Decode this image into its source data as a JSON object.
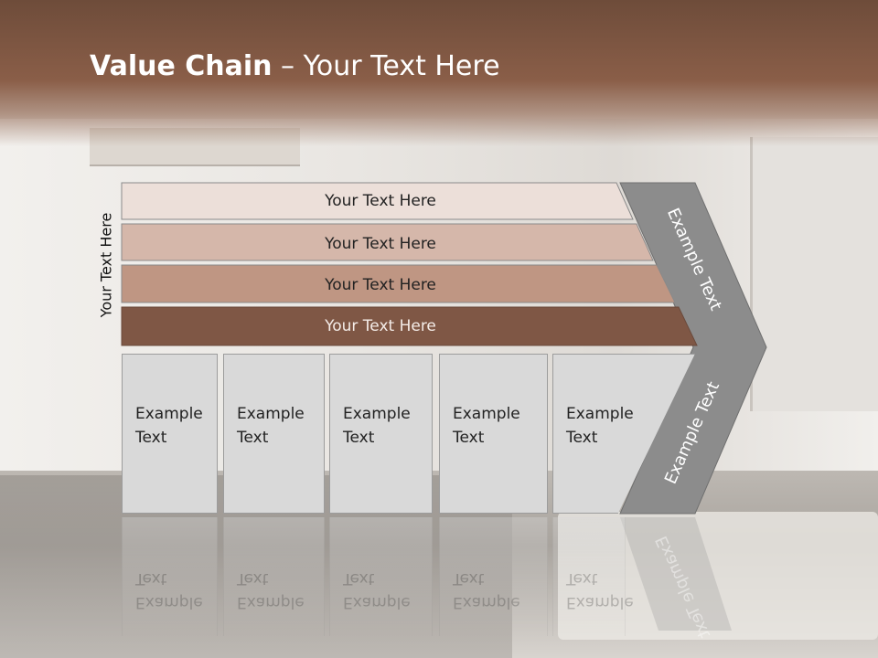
{
  "slide": {
    "title_bold": "Value Chain",
    "title_rest": " – Your Text Here",
    "side_label": "Your Text Here"
  },
  "bars": [
    {
      "label": "Your Text Here",
      "fill": "#ecdfd9"
    },
    {
      "label": "Your Text Here",
      "fill": "#d5b7aa"
    },
    {
      "label": "Your Text Here",
      "fill": "#bf9683"
    },
    {
      "label": "Your Text Here",
      "fill": "#7f5745"
    }
  ],
  "chevron": {
    "upper_label": "Example Text",
    "lower_label": "Example Text",
    "fill": "#8c8c8c"
  },
  "boxes": [
    {
      "label": "Example\nText"
    },
    {
      "label": "Example\nText"
    },
    {
      "label": "Example\nText"
    },
    {
      "label": "Example\nText"
    },
    {
      "label": "Example\nText"
    }
  ]
}
